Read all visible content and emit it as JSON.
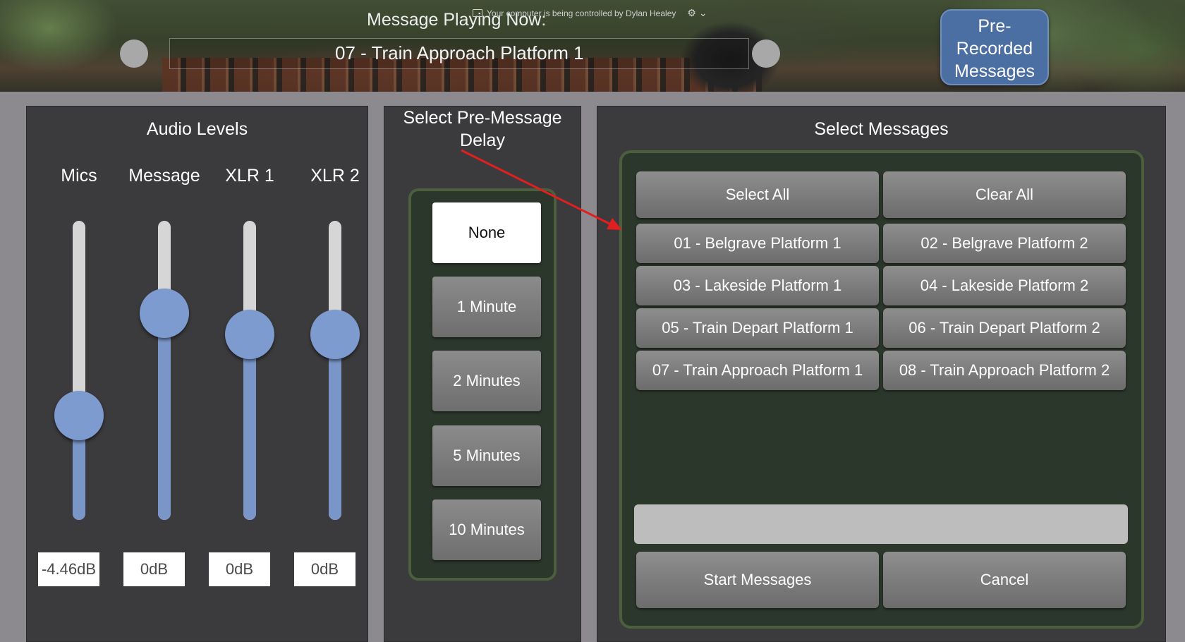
{
  "header": {
    "playing_label": "Message Playing Now:",
    "now_playing": "07 - Train Approach Platform 1",
    "remote_banner": "Your computer is being controlled by Dylan Healey",
    "prerecorded_button": [
      "Pre-",
      "Recorded",
      "Messages"
    ]
  },
  "audio": {
    "title": "Audio Levels",
    "channels": [
      {
        "label": "Mics",
        "value": "-4.46dB",
        "level": 0.35
      },
      {
        "label": "Message",
        "value": "0dB",
        "level": 0.69
      },
      {
        "label": "XLR 1",
        "value": "0dB",
        "level": 0.62
      },
      {
        "label": "XLR 2",
        "value": "0dB",
        "level": 0.62
      }
    ]
  },
  "delay": {
    "title_line1": "Select Pre-Message",
    "title_line2": "Delay",
    "options": [
      "None",
      "1 Minute",
      "2 Minutes",
      "5 Minutes",
      "10 Minutes"
    ],
    "selected": "None"
  },
  "messages": {
    "title": "Select Messages",
    "select_all": "Select All",
    "clear_all": "Clear All",
    "items": [
      "01 - Belgrave Platform 1",
      "02 - Belgrave Platform 2",
      "03 - Lakeside Platform 1",
      "04 - Lakeside Platform 2",
      "05 - Train Depart Platform 1",
      "06 - Train Depart Platform 2",
      "07 - Train Approach Platform 1",
      "08 - Train Approach Platform 2"
    ],
    "progress": 0,
    "start_label": "Start Messages",
    "cancel_label": "Cancel"
  },
  "colors": {
    "accent": "#7e9bd0",
    "panel": "#3b3a3c",
    "frame_border": "#4b5e3e",
    "annotation_arrow": "#e02020"
  }
}
